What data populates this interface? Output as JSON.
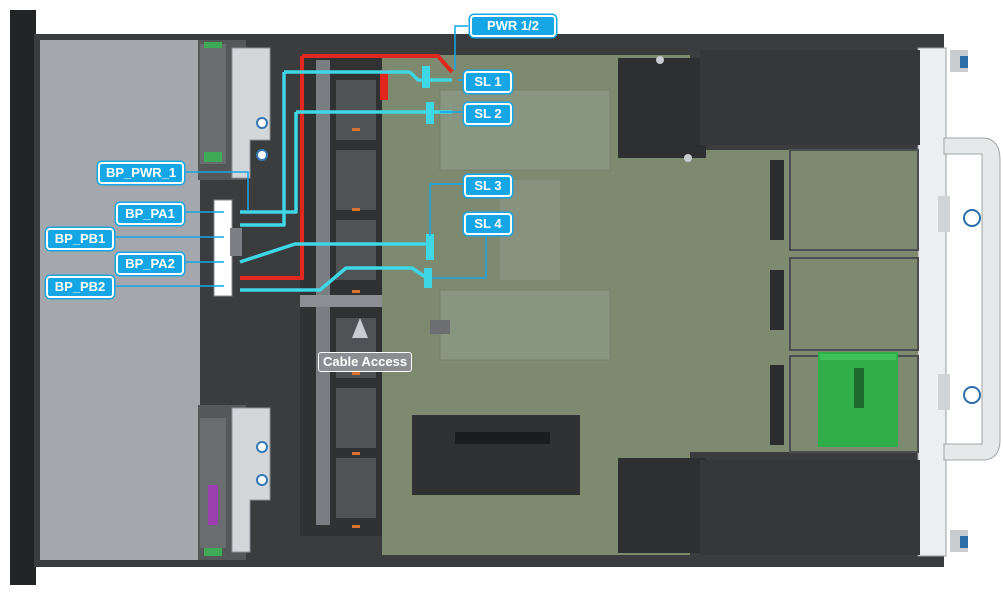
{
  "diagram": {
    "labels": {
      "pwr": "PWR 1/2",
      "sl1": "SL 1",
      "sl2": "SL 2",
      "sl3": "SL 3",
      "sl4": "SL 4",
      "bp_pwr_1": "BP_PWR_1",
      "bp_pa1": "BP_PA1",
      "bp_pb1": "BP_PB1",
      "bp_pa2": "BP_PA2",
      "bp_pb2": "BP_PB2",
      "cable_access": "Cable Access"
    },
    "colors": {
      "callout": "#16a6e6",
      "cable_signal": "#3fd6e6",
      "cable_power": "#e0281f",
      "motherboard": "#7d8a70",
      "chassis": "#3a3c3e",
      "backplane": "#a4a8ad",
      "riser_card": "#2fae4a"
    }
  }
}
